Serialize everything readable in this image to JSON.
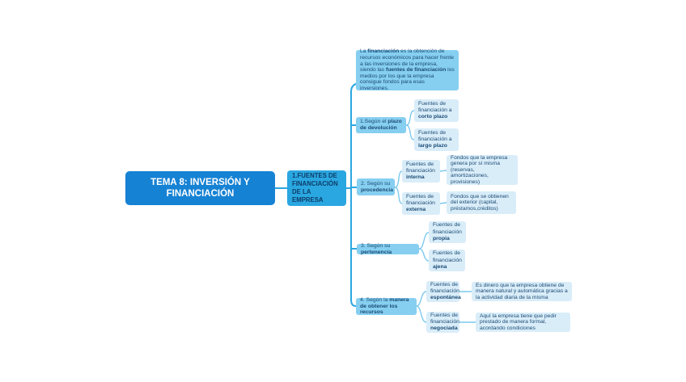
{
  "main_topic": "TEMA 8: INVERSIÓN Y FINANCIACIÓN",
  "root": {
    "label": "1.FUENTES DE FINANCIACIÓN DE LA EMPRESA"
  },
  "definition": {
    "segments": [
      {
        "t": "La ",
        "b": false
      },
      {
        "t": "financiación",
        "b": true
      },
      {
        "t": " es la obtención de recursos económicos para hacer frente a las inversiones de la empresa, siendo las ",
        "b": false
      },
      {
        "t": "fuentes de financiación",
        "b": true
      },
      {
        "t": " los medios por los que la empresa consigue fondos para esas inversiones.",
        "b": false
      }
    ]
  },
  "branches": [
    {
      "label_segments": [
        {
          "t": "1.Según el ",
          "b": false
        },
        {
          "t": "plazo de devolución",
          "b": true
        }
      ],
      "children": [
        {
          "label_segments": [
            {
              "t": "Fuentes de financiación a ",
              "b": false
            },
            {
              "t": "corto plazo",
              "b": true
            }
          ]
        },
        {
          "label_segments": [
            {
              "t": "Fuentes de financiación a ",
              "b": false
            },
            {
              "t": "largo plazo",
              "b": true
            }
          ]
        }
      ]
    },
    {
      "label_segments": [
        {
          "t": "2. Según su ",
          "b": false
        },
        {
          "t": "procedencia",
          "b": true
        }
      ],
      "children": [
        {
          "label_segments": [
            {
              "t": "Fuentes de financiación ",
              "b": false
            },
            {
              "t": "interna",
              "b": true
            }
          ],
          "description": "Fondos que la empresa genera por sí misma (reservas, amortizaciones, provisiones)"
        },
        {
          "label_segments": [
            {
              "t": "Fuentes de financiación ",
              "b": false
            },
            {
              "t": "externa",
              "b": true
            }
          ],
          "description": "Fondos que se obtienen del exterior (capital, préstamos,créditos)"
        }
      ]
    },
    {
      "label_segments": [
        {
          "t": "3. Según su ",
          "b": false
        },
        {
          "t": "pertenencia",
          "b": true
        }
      ],
      "children": [
        {
          "label_segments": [
            {
              "t": "Fuentes de financiación ",
              "b": false
            },
            {
              "t": "propia",
              "b": true
            }
          ]
        },
        {
          "label_segments": [
            {
              "t": "Fuentes de financiación ",
              "b": false
            },
            {
              "t": "ajena",
              "b": true
            }
          ]
        }
      ]
    },
    {
      "label_segments": [
        {
          "t": "4. Según la ",
          "b": false
        },
        {
          "t": "manera de obtener los recursos",
          "b": true
        }
      ],
      "children": [
        {
          "label_segments": [
            {
              "t": "Fuentes de financiación ",
              "b": false
            },
            {
              "t": "espontánea",
              "b": true
            }
          ],
          "description": "Es dinero que la empresa obtiene de manera natural y automática gracias a la actividad diaria de la misma"
        },
        {
          "label_segments": [
            {
              "t": "Fuentes de financiación ",
              "b": false
            },
            {
              "t": "negociada",
              "b": true
            }
          ],
          "description": "Aquí la empresa tiene que pedir prestado de manera formal, acordando condiciones"
        }
      ]
    }
  ],
  "colors": {
    "primary": "#1682d4",
    "secondary": "#2aa7e1",
    "branch_bg": "#86cff1",
    "light_bg": "#d9edf9",
    "text_dark": "#1a4a74",
    "line_strong": "#2aa7e1",
    "line_light": "#7cc9ee"
  }
}
